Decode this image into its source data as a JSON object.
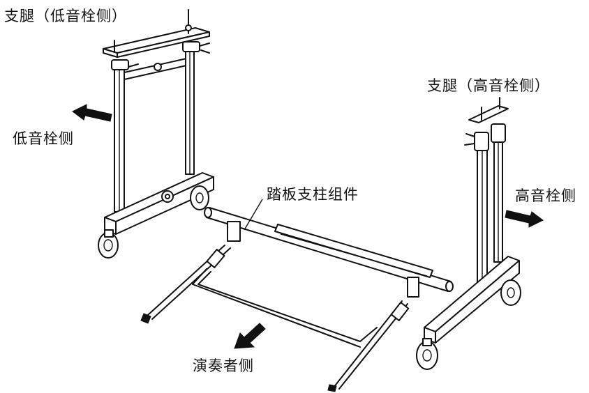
{
  "labels": {
    "left_leg": "支腿（低音栓侧）",
    "right_leg": "支腿（高音栓侧）",
    "bass_side": "低音栓侧",
    "treble_side": "高音栓侧",
    "pedal_assembly": "踏板支柱组件",
    "player_side": "演奏者侧"
  },
  "icons": [
    "arrow-left-icon",
    "arrow-right-icon",
    "arrow-down-left-icon"
  ]
}
